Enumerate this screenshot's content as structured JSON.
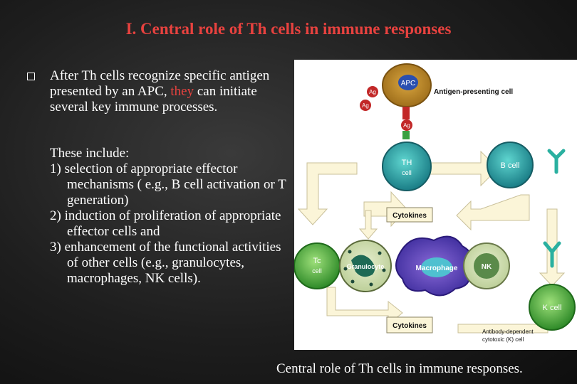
{
  "title": "I. Central role of Th cells in immune responses",
  "paragraph1_a": "After Th cells recognize specific antigen presented by an APC, ",
  "paragraph1_b": "they",
  "paragraph1_c": " can initiate several key immune processes.",
  "list_intro": "These include:",
  "list_items": [
    "1) selection of appropriate effector mechanisms ( e.g., B cell activation or T generation)",
    "2) induction of proliferation of appropriate effector cells and",
    "3) enhancement of the functional activities of other cells (e.g., granulocytes, macrophages, NK cells)."
  ],
  "caption": "Central role of Th cells in immune responses.",
  "diagram": {
    "apc": "APC",
    "apc_label": "Antigen-presenting cell",
    "ag": "Ag",
    "th": "TH",
    "th_cell": "cell",
    "bcell": "B cell",
    "cytokines": "Cytokines",
    "tc": "Tc",
    "tc_cell": "cell",
    "granulocyte": "Granulocyte",
    "macrophage": "Macrophage",
    "nk": "NK",
    "kcell": "K cell",
    "kcell_label_1": "Antibody-dependent",
    "kcell_label_2": "cytotoxic (K) cell"
  }
}
